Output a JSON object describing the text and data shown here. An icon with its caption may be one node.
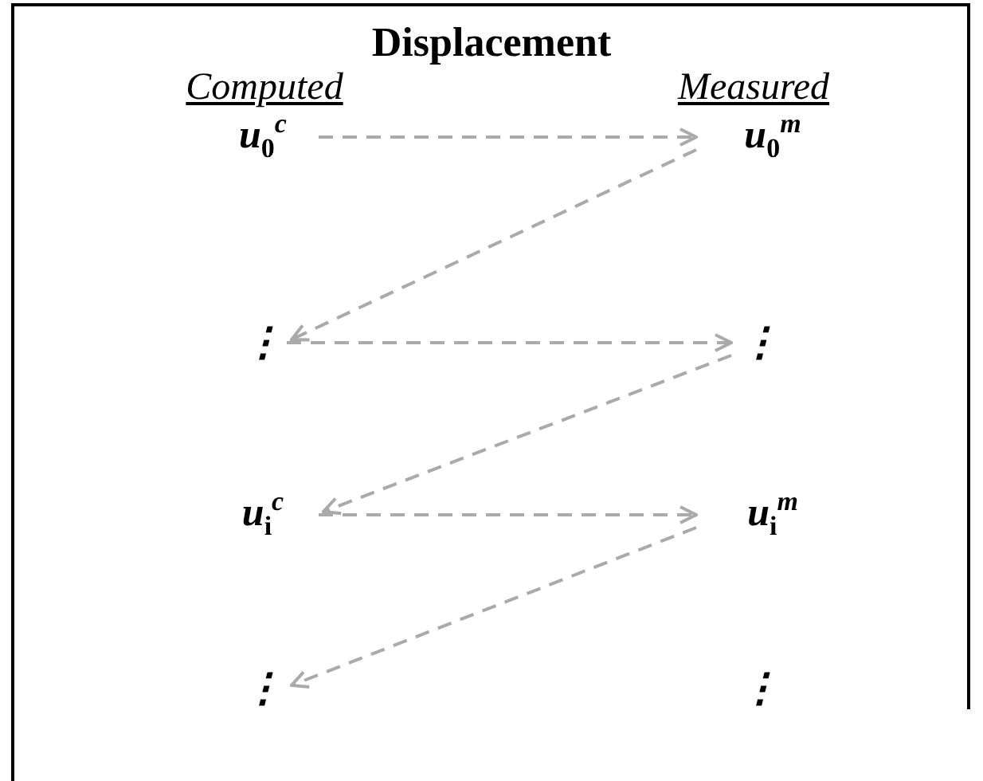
{
  "diagram": {
    "title": "Displacement",
    "nodes": [
      {
        "text": [
          "u$_{0}$$^{c}$"
        ]
      },
      {
        "text": [
          "u$_{0}$$^{m}$"
        ]
      },
      {
        "text": [
          "⋮"
        ]
      },
      {
        "text": [
          "⋮"
        ]
      },
      {
        "text": [
          "u$_{i}$$^{c}$"
        ]
      },
      {
        "text": [
          "u$_{i}$$^{m}$"
        ]
      },
      {
        "text": [
          "⋮"
        ]
      },
      {
        "text": [
          "⋮"
        ]
      }
    ],
    "edges": [
      {
        "from": 0,
        "to": 1,
        "arrow": "to",
        "style": "dashed"
      },
      {
        "from": 1,
        "to": 2,
        "arrow": "to",
        "style": "dashed"
      },
      {
        "from": 2,
        "to": 3,
        "arrow": "to",
        "style": "dashed"
      },
      {
        "from": 3,
        "to": 4,
        "arrow": "to",
        "style": "dashed"
      },
      {
        "from": 4,
        "to": 5,
        "arrow": "to",
        "style": "dashed"
      },
      {
        "from": 5,
        "to": 6,
        "arrow": "to",
        "style": "dashed"
      }
    ],
    "labels": [
      "Computed",
      "Measured"
    ]
  }
}
